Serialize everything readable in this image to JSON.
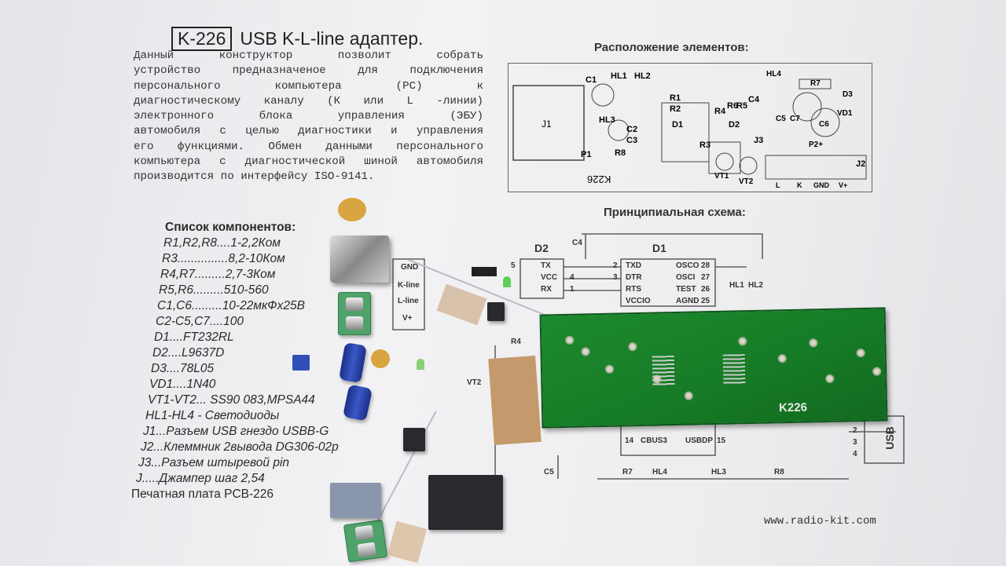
{
  "header": {
    "kit_code": "K-226",
    "title": "USB K-L-line адаптер."
  },
  "intro": [
    "Данный конструктор позволит собрать",
    "устройство предназначеное для подключения",
    "персонального компьютера (PC) к",
    "диагностическому каналу (К или L -линии)",
    "электронного блока управления (ЭБУ)",
    "автомобиля с целью диагностики и управления",
    "его функциями. Обмен данными персонального",
    "компьютера с диагностической шиной автомобиля",
    "производится по интерфейсу ISO-9141."
  ],
  "components": {
    "heading": "Список компонентов:",
    "items": [
      "R1,R2,R8....1-2,2Ком",
      "R3...............8,2-10Ком",
      "R4,R7.........2,7-3Ком",
      "R5,R6.........510-560",
      "C1,C6.........10-22мкФх25В",
      "C2-C5,C7....100",
      "D1....FT232RL",
      "D2....L9637D",
      "D3....78L05",
      "VD1....1N40",
      "VT1-VT2... SS90  083,MPSA44",
      "HL1-HL4 - Светодиоды",
      "J1...Разъем USB гнездо USBB-G",
      "J2...Клеммник 2вывода DG306-02p",
      "J3...Разъем штыревой  pin",
      "J.....Джампер шаг 2,54",
      "Печатная плата PCB-226"
    ]
  },
  "layout": {
    "heading": "Расположение элементов:",
    "labels": [
      "J1",
      "C1",
      "HL1",
      "HL2",
      "HL3",
      "R1",
      "R2",
      "C2",
      "C3",
      "R8",
      "D1",
      "P1",
      "R6",
      "R5",
      "R4",
      "C4",
      "D2",
      "R3",
      "VT1",
      "VT2",
      "J3",
      "HL4",
      "R7",
      "D3",
      "C5",
      "C7",
      "C6",
      "VD1",
      "P2+",
      "J2",
      "L",
      "K",
      "GND",
      "V+",
      "K226"
    ]
  },
  "schematic": {
    "heading": "Принципиальная схема:",
    "labels": [
      "D2",
      "D1",
      "C4",
      "TX",
      "VCC",
      "RX",
      "TXD",
      "DTR",
      "RTS",
      "VCCIO",
      "OSCO",
      "OSCI",
      "TEST",
      "AGND",
      "28",
      "27",
      "26",
      "25",
      "HL1",
      "HL2",
      "R4",
      "VT2",
      "CBUS3",
      "USBDP",
      "14",
      "15",
      "C5",
      "R7",
      "HL4",
      "HL3",
      "R8",
      "USB",
      "2",
      "3",
      "4",
      "GND",
      "K-line",
      "L-line",
      "V+",
      "5",
      "4",
      "1",
      "2",
      "3"
    ]
  },
  "pcb": {
    "label": "K226"
  },
  "footer": {
    "url": "www.radio-kit.com"
  },
  "colors": {
    "pcb": "#1c8a2e",
    "terminal": "#4fa36a",
    "capacitor": "#2a45b0",
    "paper": "#eeeef0"
  }
}
